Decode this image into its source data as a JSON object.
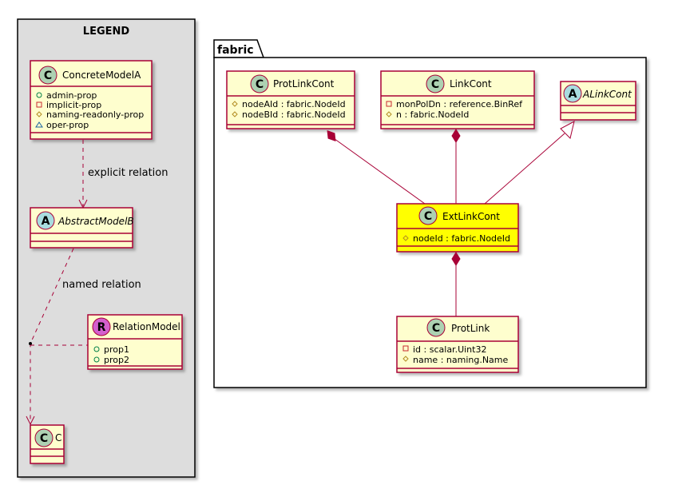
{
  "legend": {
    "title": "LEGEND",
    "classes": {
      "concrete_model_a": {
        "name": "ConcreteModelA",
        "badge": "C",
        "attrs": [
          {
            "vis": "+",
            "text": "admin-prop"
          },
          {
            "vis": "-",
            "text": "implicit-prop"
          },
          {
            "vis": "#",
            "text": "naming-readonly-prop"
          },
          {
            "vis": "~",
            "text": "oper-prop"
          }
        ]
      },
      "abstract_model_b": {
        "name": "AbstractModelB",
        "badge": "A"
      },
      "relation_model": {
        "name": "RelationModel",
        "badge": "R",
        "attrs": [
          {
            "vis": "+",
            "text": "prop1"
          },
          {
            "vis": "+",
            "text": "prop2"
          }
        ]
      },
      "c": {
        "name": "C",
        "badge": "C"
      }
    },
    "relations": {
      "explicit": "explicit relation",
      "named": "named relation"
    }
  },
  "fabric": {
    "title": "fabric",
    "classes": {
      "prot_link_cont": {
        "name": "ProtLinkCont",
        "badge": "C",
        "attrs": [
          {
            "vis": "#",
            "text": "nodeAId : fabric.NodeId"
          },
          {
            "vis": "#",
            "text": "nodeBId : fabric.NodeId"
          }
        ]
      },
      "link_cont": {
        "name": "LinkCont",
        "badge": "C",
        "attrs": [
          {
            "vis": "-",
            "text": "monPolDn : reference.BinRef"
          },
          {
            "vis": "#",
            "text": "n : fabric.NodeId"
          }
        ]
      },
      "a_link_cont": {
        "name": "ALinkCont",
        "badge": "A"
      },
      "ext_link_cont": {
        "name": "ExtLinkCont",
        "badge": "C",
        "attrs": [
          {
            "vis": "#",
            "text": "nodeId : fabric.NodeId"
          }
        ]
      },
      "prot_link": {
        "name": "ProtLink",
        "badge": "C",
        "attrs": [
          {
            "vis": "-",
            "text": "id : scalar.Uint32"
          },
          {
            "vis": "#",
            "text": "name : naming.Name"
          }
        ]
      }
    }
  },
  "colors": {
    "class_fill": "#FEFECE",
    "class_border": "#A80036",
    "highlight_fill": "#FFFF00",
    "legend_bg": "#DDDDDD",
    "badge_c": "#ADD1B2",
    "badge_a": "#A9DCDF",
    "badge_r": "#EB937F",
    "badge_r_alt": "#D35FCE"
  }
}
